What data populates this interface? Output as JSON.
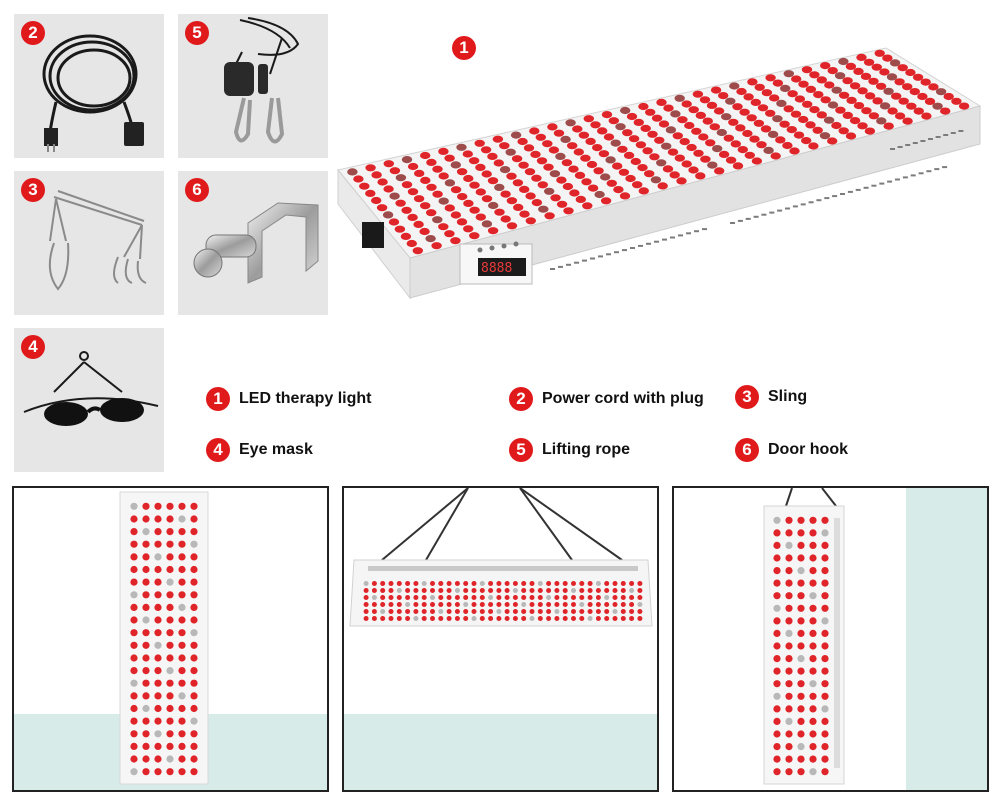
{
  "badges": {
    "tile_cord": "2",
    "tile_rope": "5",
    "tile_sling": "3",
    "tile_hook": "6",
    "tile_mask": "4",
    "main_panel": "1"
  },
  "legend": [
    {
      "num": "1",
      "label": "LED therapy light"
    },
    {
      "num": "2",
      "label": "Power cord with plug"
    },
    {
      "num": "3",
      "label": "Sling"
    },
    {
      "num": "4",
      "label": "Eye mask"
    },
    {
      "num": "5",
      "label": "Lifting rope"
    },
    {
      "num": "6",
      "label": "Door hook"
    }
  ],
  "timer_display": "8888",
  "colors": {
    "badge_red": "#e0191b",
    "led_red": "#e0252a",
    "tile_gray": "#e6e6e6",
    "floor_tint": "#d7ebe8"
  }
}
